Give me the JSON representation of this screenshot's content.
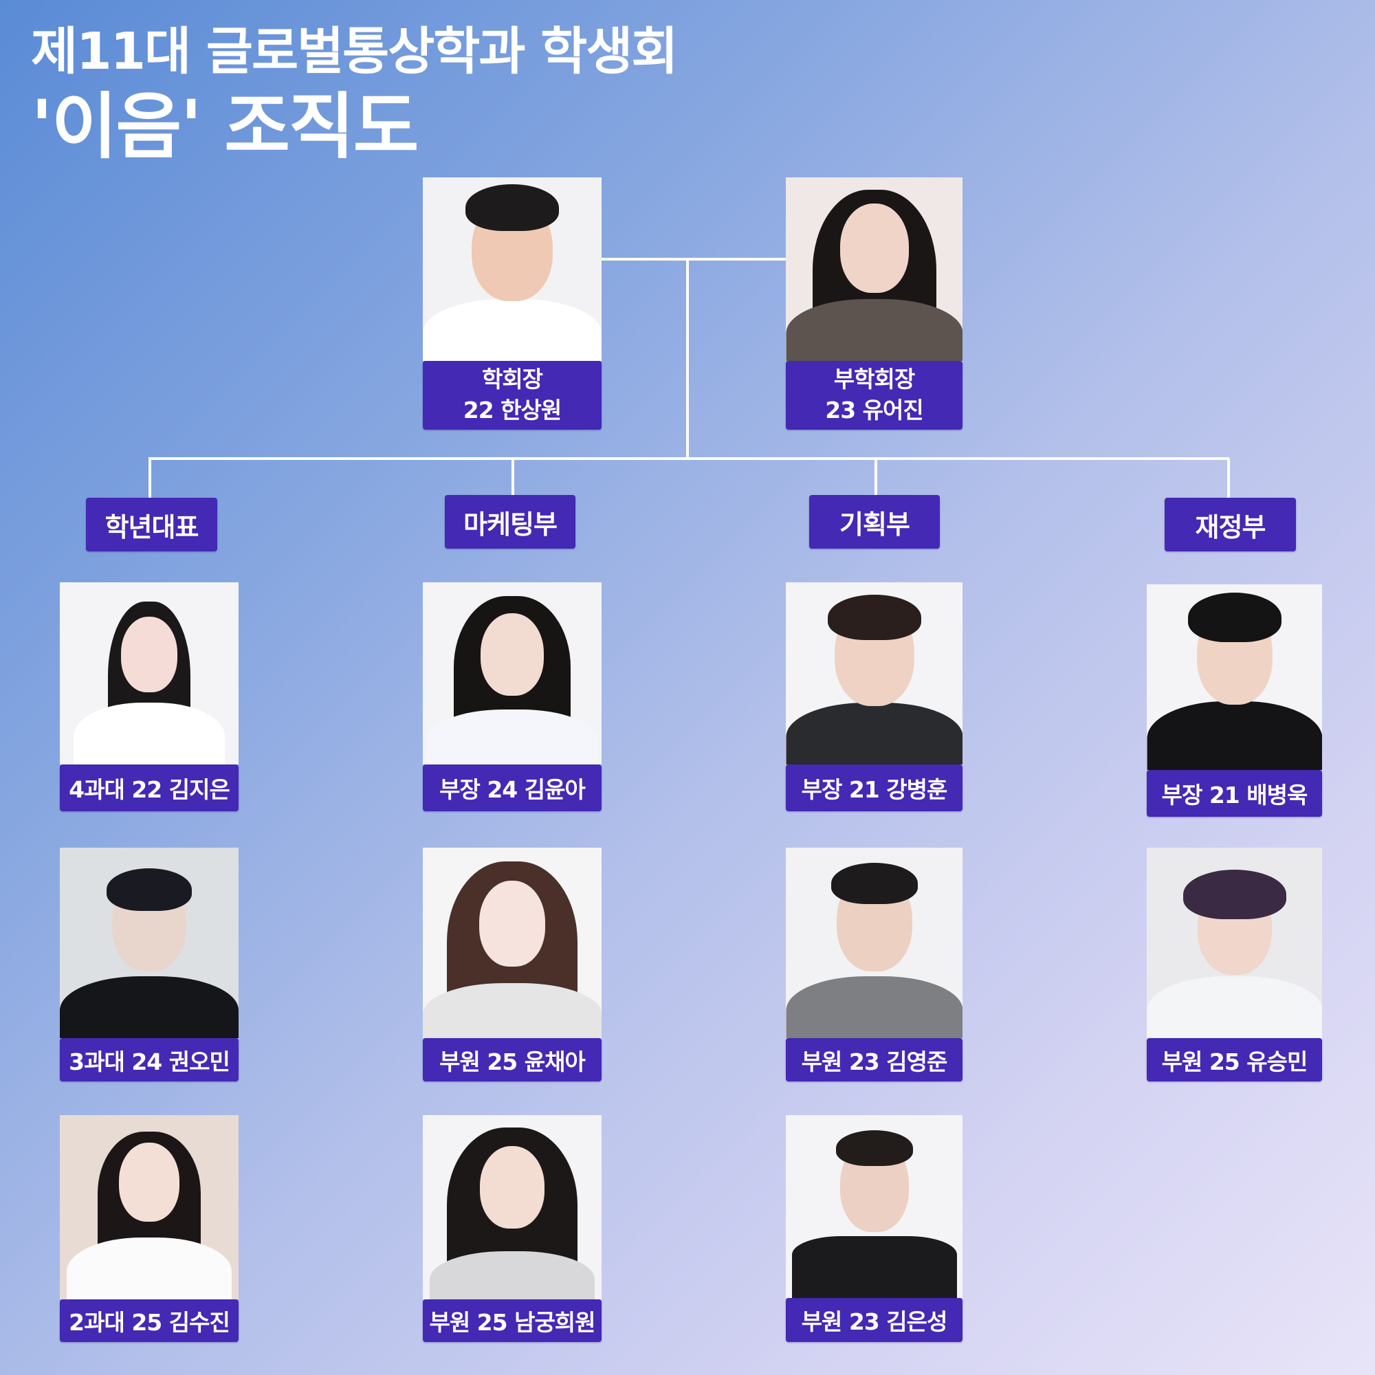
{
  "header": {
    "title_line1": "제11대 글로벌통상학과 학생회",
    "title_line2": "'이음' 조직도"
  },
  "colors": {
    "accent": "#4329b3",
    "background_start": "#5a8bd6",
    "background_end": "#e8e4f8",
    "connector": "#ffffff"
  },
  "leadership": [
    {
      "role": "학회장",
      "name": "22 한상원"
    },
    {
      "role": "부학회장",
      "name": "23 유어진"
    }
  ],
  "departments": [
    {
      "name": "학년대표",
      "members": [
        {
          "label": "4과대 22 김지은"
        },
        {
          "label": "3과대 24 권오민"
        },
        {
          "label": "2과대 25 김수진"
        }
      ]
    },
    {
      "name": "마케팅부",
      "members": [
        {
          "label": "부장 24 김윤아"
        },
        {
          "label": "부원 25 윤채아"
        },
        {
          "label": "부원 25 남궁희원"
        }
      ]
    },
    {
      "name": "기획부",
      "members": [
        {
          "label": "부장 21 강병훈"
        },
        {
          "label": "부원 23 김영준"
        },
        {
          "label": "부원 23 김은성"
        }
      ]
    },
    {
      "name": "재정부",
      "members": [
        {
          "label": "부장 21 배병욱"
        },
        {
          "label": "부원 25 유승민"
        }
      ]
    }
  ]
}
